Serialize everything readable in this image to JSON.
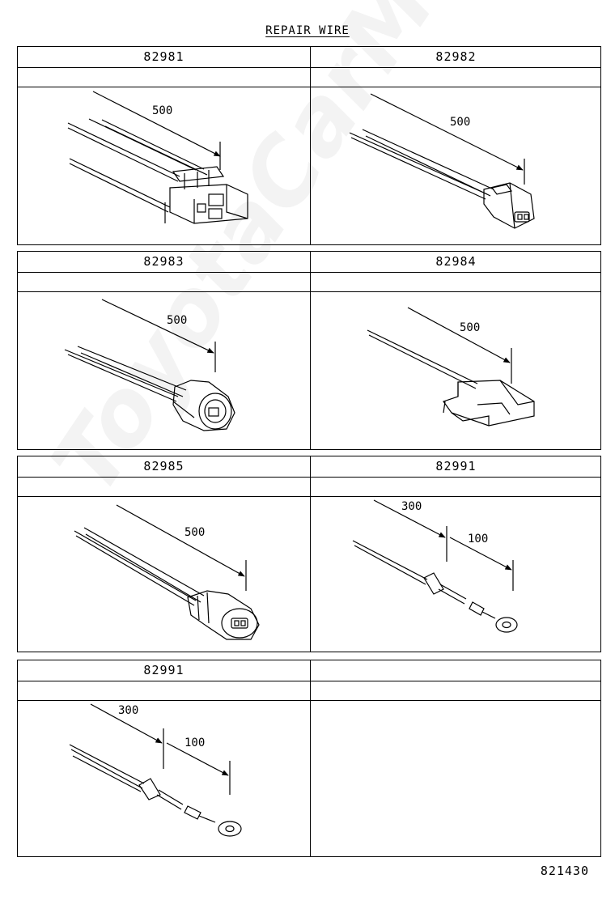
{
  "title": "REPAIR WIRE",
  "figure_code": "821430",
  "watermark": "ToyotaCarMiner.ru",
  "parts": [
    {
      "code": "82981",
      "dim": "500"
    },
    {
      "code": "82982",
      "dim": "500"
    },
    {
      "code": "82983",
      "dim": "500"
    },
    {
      "code": "82984",
      "dim": "500"
    },
    {
      "code": "82985",
      "dim": "500"
    },
    {
      "code": "82991",
      "dim1": "300",
      "dim2": "100"
    },
    {
      "code": "82991",
      "dim1": "300",
      "dim2": "100"
    },
    {
      "code": ""
    }
  ]
}
